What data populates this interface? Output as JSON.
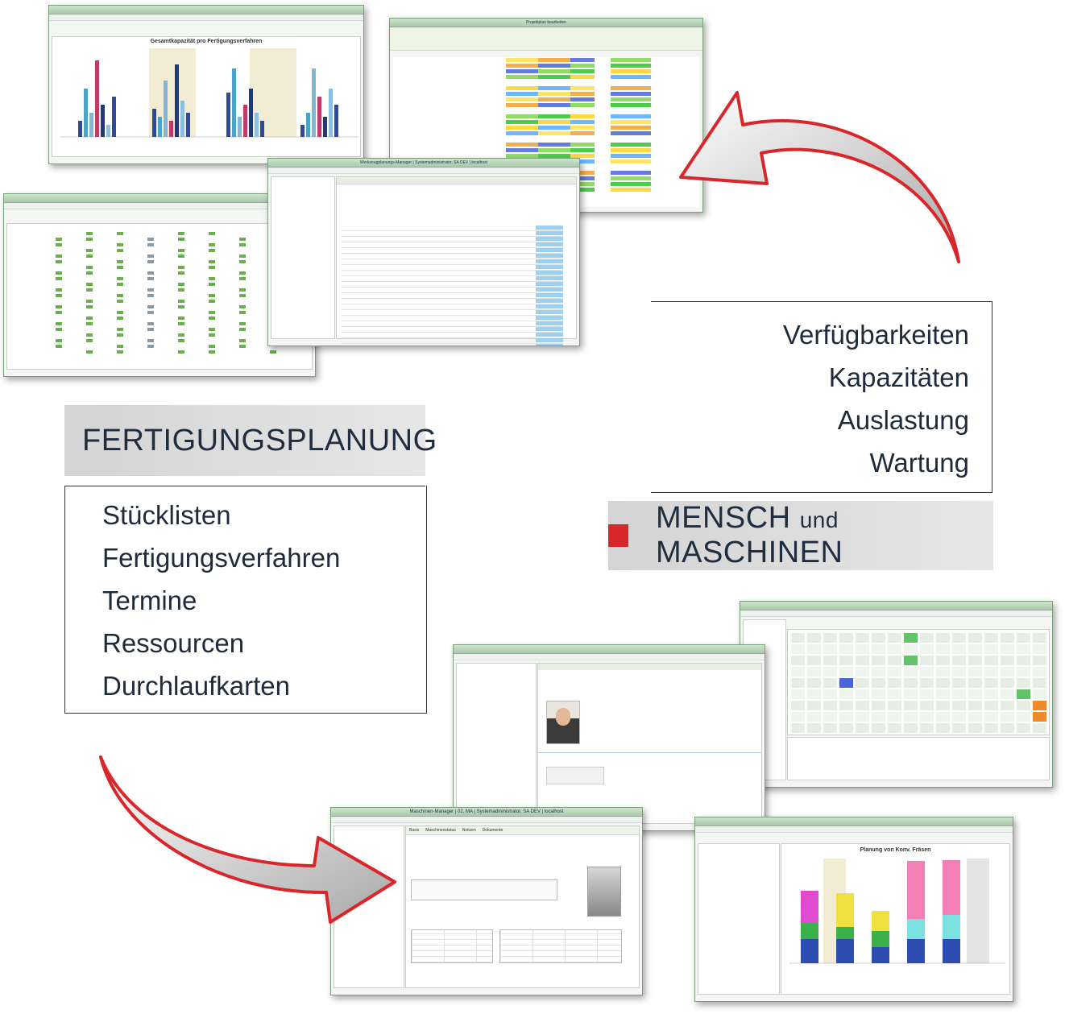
{
  "sections": {
    "fertigung": {
      "title": "FERTIGUNGSPLANUNG",
      "items": [
        "Stücklisten",
        "Fertigungsverfahren",
        "Termine",
        "Ressourcen",
        "Durchlaufkarten"
      ]
    },
    "mensch": {
      "title_part1": "MENSCH",
      "title_part2": "und",
      "title_part3": "MASCHINEN",
      "items": [
        "Verfügbarkeiten",
        "Kapazitäten",
        "Auslastung",
        "Wartung"
      ]
    }
  },
  "screenshots": {
    "capacity_chart_title": "Gesamtkapazität pro Fertigungsverfahren",
    "project_window_title": "Projektplan bearbeiten",
    "tool_manager_title": "Werkzeugplanungs-Manager | Systemadministrator, SA DEV | localhost",
    "machine_manager_title": "Maschinen-Manager | 02, MA | Systemadministrator, SA DEV | localhost",
    "machine_tabs": [
      "Basis",
      "Maschinenstatus",
      "Notizen",
      "Dokumente"
    ],
    "planning_chart_title": "Planung von Konv. Fräsen"
  },
  "colors": {
    "accent_red": "#d9262a",
    "heading_blue": "#1f2d3f",
    "window_green": "#a9c9a9"
  }
}
